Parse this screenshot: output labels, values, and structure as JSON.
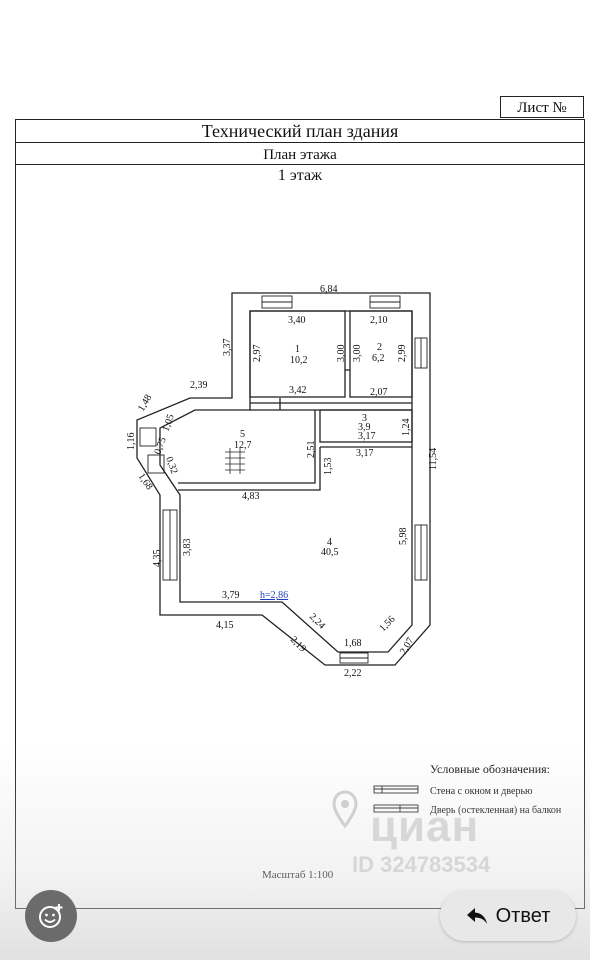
{
  "header": {
    "sheet_label": "Лист №",
    "title": "Технический план здания",
    "subtitle": "План этажа",
    "floor": "1 этаж"
  },
  "plan": {
    "dimensions": {
      "top_total": "6,84",
      "r1_top": "3,40",
      "r2_top": "2,10",
      "left_337": "3,37",
      "r1_left": "2,97",
      "r1_right": "3,00",
      "r2_left": "3,00",
      "r2_right": "2,99",
      "r1_bottom": "3,42",
      "r2_bottom": "2,07",
      "left_239": "2,39",
      "d148": "1,48",
      "d116": "1,16",
      "d075": "0,75",
      "d105": "1,05",
      "d168a": "1,68",
      "d032": "0,32",
      "r3_top": "3,17",
      "r3_side": "1,24",
      "r3_bottom": "3,17",
      "d251": "2,51",
      "d153": "1,53",
      "d483": "4,83",
      "right_1154": "11,54",
      "d598": "5,98",
      "d435": "4,35",
      "d383": "3,83",
      "d379": "3,79",
      "height": "h=2,86",
      "d415": "4,15",
      "d224": "2,24",
      "d219": "2,19",
      "d168b": "1,68",
      "d222": "2,22",
      "d156": "1,56",
      "d207": "2,07"
    },
    "rooms": [
      {
        "num": "1",
        "area": "10,2"
      },
      {
        "num": "2",
        "area": "6,2"
      },
      {
        "num": "3",
        "area": "3,9"
      },
      {
        "num": "4",
        "area": "40,5"
      },
      {
        "num": "5",
        "area": "12,7"
      }
    ]
  },
  "legend": {
    "title": "Условные обозначения:",
    "items": [
      "Стена с окном и дверью",
      "Дверь (остекленная) на балкон"
    ]
  },
  "scale": "Масштаб 1:100",
  "watermark": {
    "brand": "циан",
    "id": "ID 324783534"
  },
  "actions": {
    "reply_label": "Ответ"
  },
  "colors": {
    "line": "#222222",
    "height_text": "#1f3fbf",
    "fab_dark": "#6b6b6b"
  }
}
